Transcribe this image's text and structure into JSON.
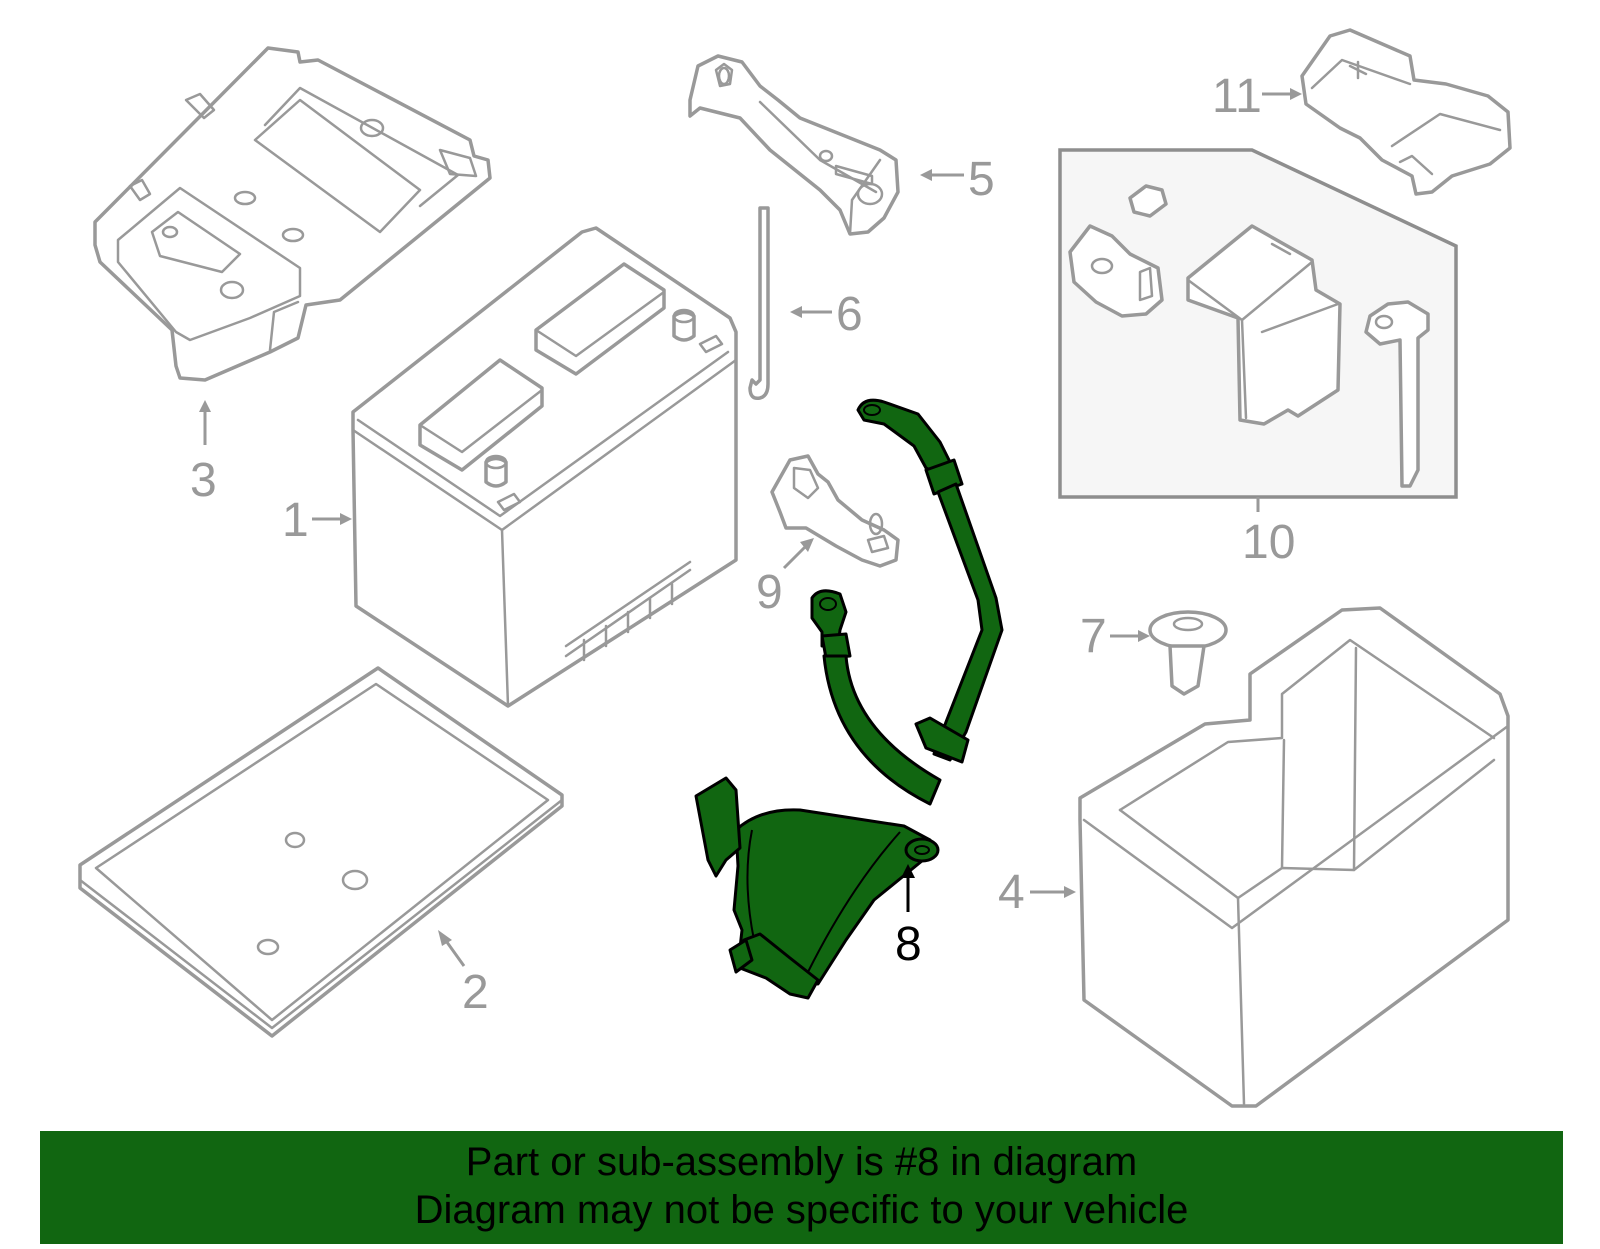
{
  "callouts": {
    "c1": "1",
    "c2": "2",
    "c3": "3",
    "c4": "4",
    "c5": "5",
    "c6": "6",
    "c7": "7",
    "c8": "8",
    "c9": "9",
    "c10": "10",
    "c11": "11"
  },
  "banner": {
    "line1": "Part or sub-assembly is #8 in diagram",
    "line2": "Diagram may not be specific to your vehicle"
  },
  "colors": {
    "highlight": "#116611",
    "outline": "#999999",
    "banner_bg": "#116611"
  }
}
